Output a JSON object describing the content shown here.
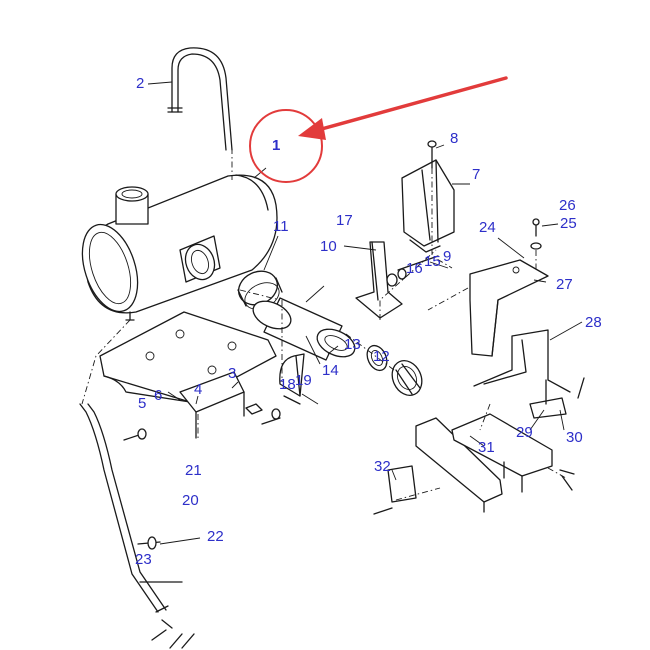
{
  "colors": {
    "callout_text": "#2d2fc9",
    "highlight": "#e23b3b",
    "line": "#1a1a1a"
  },
  "highlight": {
    "target_callout": "1",
    "shape": "circle",
    "pointer": "arrow"
  },
  "callouts": [
    {
      "id": "c1",
      "label": "1"
    },
    {
      "id": "c2",
      "label": "2"
    },
    {
      "id": "c3",
      "label": "3"
    },
    {
      "id": "c4",
      "label": "4"
    },
    {
      "id": "c5",
      "label": "5"
    },
    {
      "id": "c6",
      "label": "6"
    },
    {
      "id": "c7",
      "label": "7"
    },
    {
      "id": "c8",
      "label": "8"
    },
    {
      "id": "c9",
      "label": "9"
    },
    {
      "id": "c10",
      "label": "10"
    },
    {
      "id": "c11",
      "label": "11"
    },
    {
      "id": "c12",
      "label": "12"
    },
    {
      "id": "c13",
      "label": "13"
    },
    {
      "id": "c14",
      "label": "14"
    },
    {
      "id": "c15",
      "label": "15"
    },
    {
      "id": "c16",
      "label": "16"
    },
    {
      "id": "c17",
      "label": "17"
    },
    {
      "id": "c18",
      "label": "18"
    },
    {
      "id": "c19",
      "label": "19"
    },
    {
      "id": "c20",
      "label": "20"
    },
    {
      "id": "c21",
      "label": "21"
    },
    {
      "id": "c22",
      "label": "22"
    },
    {
      "id": "c23",
      "label": "23"
    },
    {
      "id": "c24",
      "label": "24"
    },
    {
      "id": "c25",
      "label": "25"
    },
    {
      "id": "c26",
      "label": "26"
    },
    {
      "id": "c27",
      "label": "27"
    },
    {
      "id": "c28",
      "label": "28"
    },
    {
      "id": "c29",
      "label": "29"
    },
    {
      "id": "c30",
      "label": "30"
    },
    {
      "id": "c31",
      "label": "31"
    },
    {
      "id": "c32",
      "label": "32"
    }
  ]
}
